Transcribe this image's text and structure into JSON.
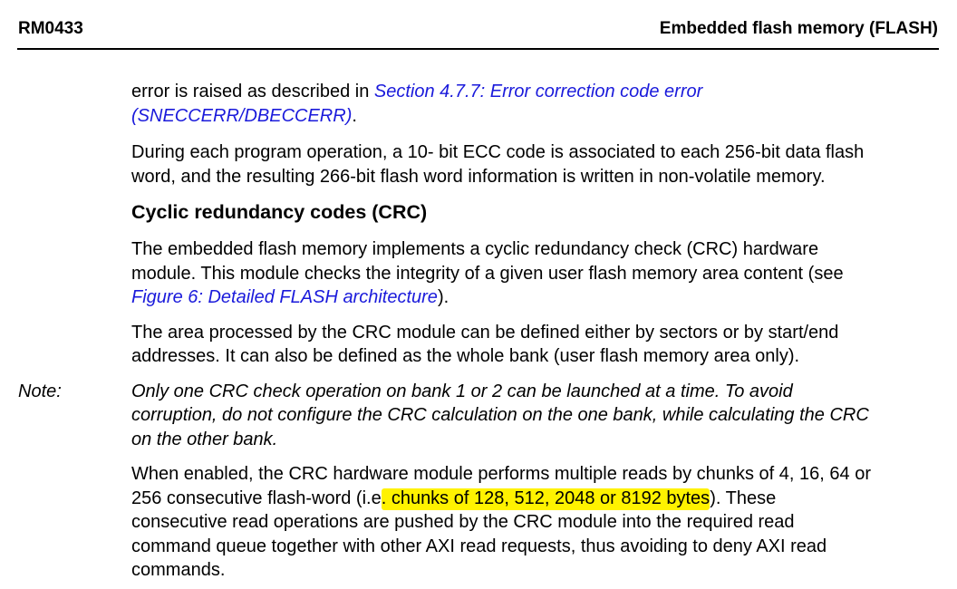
{
  "header": {
    "doc_id": "RM0433",
    "chapter_title": "Embedded flash memory (FLASH)"
  },
  "colors": {
    "link": "#1a1adb",
    "highlight": "#fff200",
    "text": "#000000"
  },
  "paragraphs": {
    "p1": {
      "prefix": "error is raised as described in ",
      "link_line1": "Section 4.7.7: Error correction code error",
      "link_line2": "(SNECCERR/DBECCERR)",
      "suffix": "."
    },
    "p2": {
      "line1": "During each program operation, a 10- bit ECC code is associated to each 256-bit data flash",
      "line2": "word, and the resulting 266-bit flash word information is written in non-volatile memory."
    },
    "heading": "Cyclic redundancy codes (CRC)",
    "p3": {
      "line1": "The embedded flash memory implements a cyclic redundancy check (CRC) hardware",
      "line2": "module. This module checks the integrity of a given user flash memory area content (see",
      "link": "Figure 6: Detailed FLASH architecture",
      "suffix": ")."
    },
    "p4": {
      "line1": "The area processed by the CRC module can be defined either by sectors or by start/end",
      "line2": "addresses. It can also be defined as the whole bank (user flash memory area only)."
    },
    "note": {
      "label": "Note:",
      "line1": "Only one CRC check operation on bank 1 or 2 can be launched at a time. To avoid",
      "line2": "corruption, do not configure the CRC calculation on the one bank, while calculating the CRC",
      "line3": "on the other bank."
    },
    "p5": {
      "line1": "When enabled, the CRC hardware module performs multiple reads by chunks of 4, 16, 64 or",
      "line2_prefix": "256 consecutive flash-word (i.e",
      "line2_highlight": ". chunks of 128, 512, 2048 or 8192 bytes",
      "line2_suffix": "). These",
      "line3": "consecutive read operations are pushed by the CRC module into the required read",
      "line4": "command queue together with other AXI read requests, thus avoiding to deny AXI read",
      "line5": "commands."
    }
  }
}
